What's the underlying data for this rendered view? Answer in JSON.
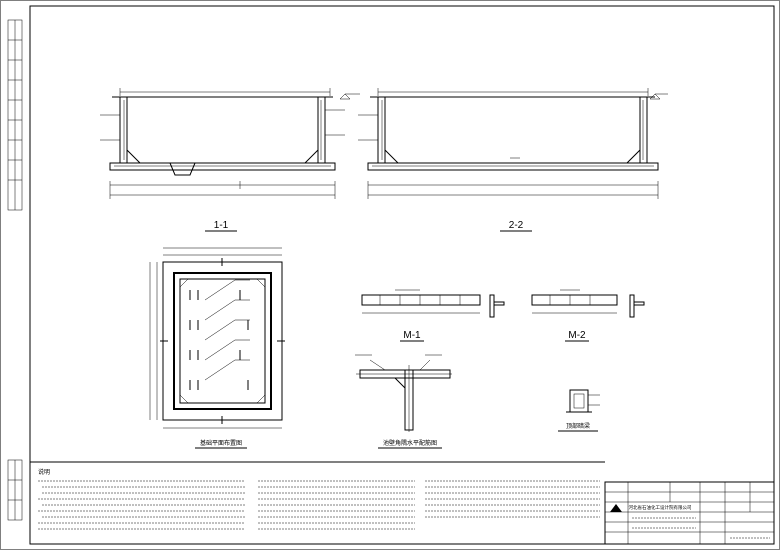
{
  "views": {
    "section_1": {
      "label": "1-1"
    },
    "section_2": {
      "label": "2-2"
    },
    "plan": {
      "label": "基础平面布置图"
    },
    "m1": {
      "label": "M-1"
    },
    "m2": {
      "label": "M-2"
    },
    "pool_corner": {
      "label": "池壁角隅水平配筋图"
    },
    "coping": {
      "label": "顶部暗梁"
    }
  },
  "notes": {
    "heading": "说明"
  },
  "title_block": {
    "company": "河北省石油化工设计院有限公司"
  },
  "colors": {
    "ink": "#000000",
    "paper": "#ffffff"
  }
}
